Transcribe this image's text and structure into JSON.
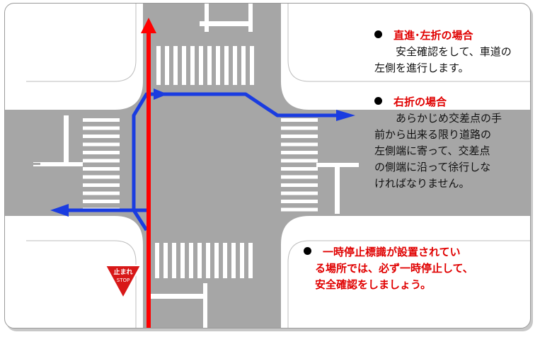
{
  "notes": {
    "straight_left": {
      "title": "直進･左折の場合",
      "line1": "安全確認をして、車道の",
      "line2": "左側を進行します。"
    },
    "right_turn": {
      "title": "右折の場合",
      "line1": "あらかじめ交差点の手",
      "line2": "前から出来る限り道路の",
      "line3": "左側端に寄って、交差点",
      "line4": "の側端に沿って徐行しな",
      "line5": "ければなりません。"
    },
    "stop_sign": {
      "line1": "一時停止標識が設置されてい",
      "line2": "る場所では、必ず一時停止して、",
      "line3": "安全確認をしましょう。"
    }
  },
  "sign": {
    "kanji": "止まれ",
    "latin": "STOP",
    "color": "#d81818"
  },
  "colors": {
    "road": "#a6a6a6",
    "marking": "#ffffff",
    "straight_path": "#ff0000",
    "turn_path": "#1a3ce0",
    "note_heading": "#e00000"
  }
}
